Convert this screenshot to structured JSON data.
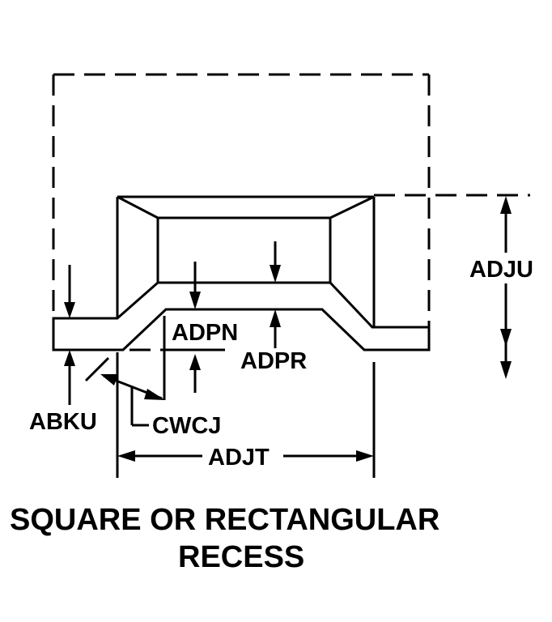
{
  "diagram": {
    "title_line1": "SQUARE OR RECTANGULAR",
    "title_line2": "RECESS",
    "labels": {
      "adju": "ADJU",
      "adpn": "ADPN",
      "adpr": "ADPR",
      "abku": "ABKU",
      "cwcj": "CWCJ",
      "adjt": "ADJT"
    },
    "colors": {
      "line": "#000000",
      "background": "#ffffff"
    }
  }
}
